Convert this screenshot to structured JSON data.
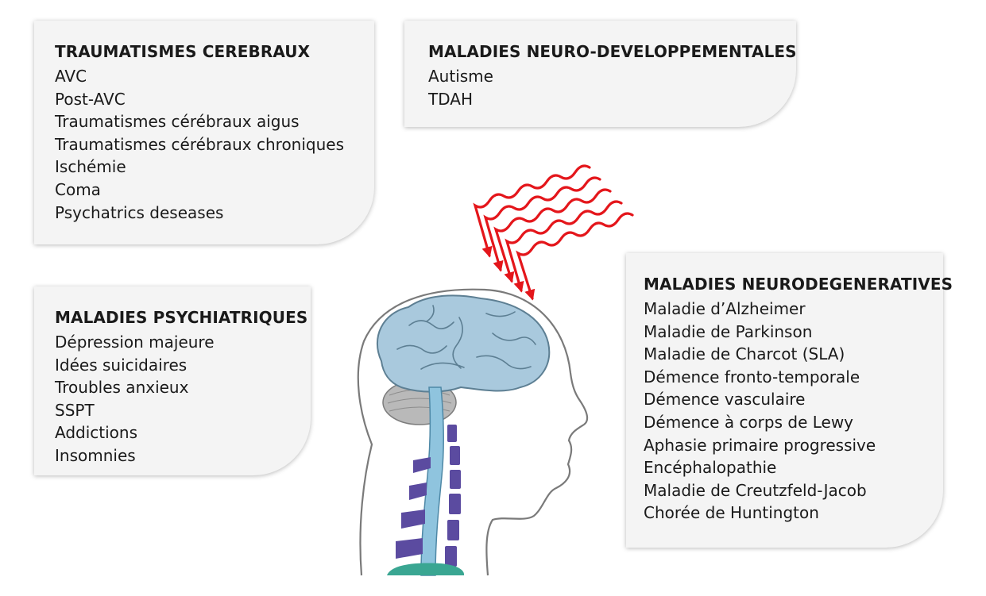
{
  "cards": {
    "trauma": {
      "title": "TRAUMATISMES CEREBRAUX",
      "items": [
        "AVC",
        "Post-AVC",
        "Traumatismes cérébraux aigus",
        "Traumatismes cérébraux chroniques",
        "Ischémie",
        "Coma",
        "Psychatrics deseases"
      ]
    },
    "neurodev": {
      "title": "MALADIES NEURO-DEVELOPPEMENTALES",
      "items": [
        "Autisme",
        "TDAH"
      ]
    },
    "psy": {
      "title": "MALADIES PSYCHIATRIQUES",
      "items": [
        "Dépression majeure",
        "Idées suicidaires",
        "Troubles anxieux",
        "SSPT",
        "Addictions",
        "Insomnies"
      ]
    },
    "neurodeg": {
      "title": "MALADIES NEURODEGENERATIVES",
      "items": [
        "Maladie d’Alzheimer",
        "Maladie de Parkinson",
        "Maladie de Charcot (SLA)",
        "Démence fronto-temporale",
        "Démence vasculaire",
        "Démence à corps de Lewy",
        "Aphasie primaire progressive",
        "Encéphalopathie",
        "Maladie de Creutzfeld-Jacob",
        "Chorée de Huntington"
      ]
    }
  },
  "colors": {
    "wave": "#e4161b",
    "brain": "#a9c9dd",
    "cerebellum": "#b9b9b9",
    "vertebrae": "#5b4ba0",
    "spine_teal": "#3aa692",
    "spinal_cord": "#8fc4de"
  }
}
